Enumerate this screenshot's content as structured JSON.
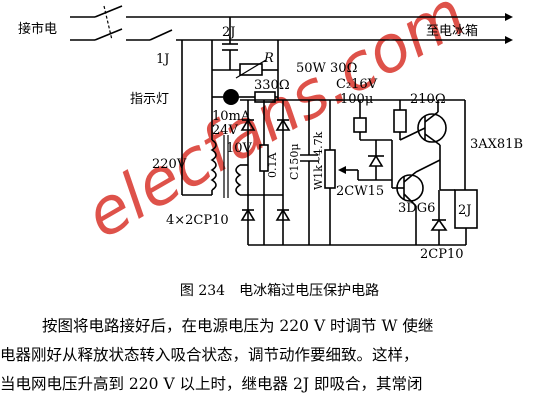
{
  "diagram": {
    "labels": {
      "supply": "接市电",
      "to_fridge": "至电冰箱",
      "switch_1j": "1J",
      "relay_contact_2j": "2J",
      "resistor_r": "R",
      "resistor_r_rating": "50W 30Ω",
      "resistor_330": "330Ω",
      "indicator": "指示灯",
      "lamp_current": "10mA",
      "lamp_voltage": "24V",
      "winding_10v": "10V",
      "primary_220v": "220V",
      "diodes_bridge": "4×2CP10",
      "fuse": "0.1A",
      "cap_150": "C150μ",
      "pot": "W1k~4.7k",
      "cap_c2": "C₂16V",
      "cap_c2_value": "100μ",
      "resistor_210": "210Ω",
      "transistor_pnp": "3AX81B",
      "zener": "2CW15",
      "transistor_npn": "3DG6",
      "relay_2j": "2J",
      "diode_2cp10": "2CP10"
    },
    "watermark": "elecfans.com",
    "colors": {
      "ink": "#000000",
      "watermark": "#d9342b"
    }
  },
  "caption": "图 234　电冰箱过电压保护电路",
  "body_text": [
    "按图将电路接好后，在电源电压为 220 V 时调节 W 使继",
    "电器刚好从释放状态转入吸合状态，调节动作要细致。这样，",
    "当电网电压升高到 220 V 以上时，继电器 2J 即吸合，其常闭"
  ]
}
